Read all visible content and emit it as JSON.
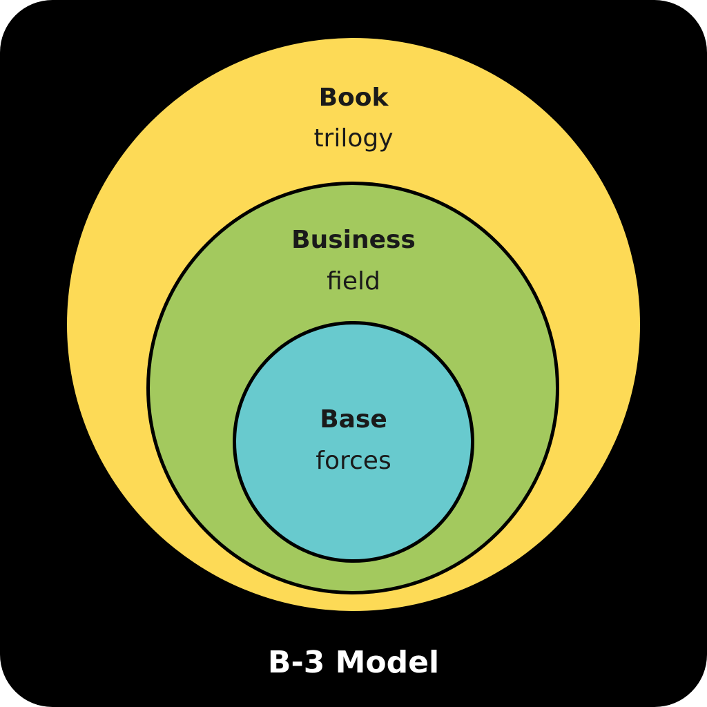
{
  "colors": {
    "background": "#000000",
    "outer_circle": "#FDDA56",
    "middle_circle": "#A3C95E",
    "inner_circle": "#68CACE",
    "text_dark": "#1a1a1a",
    "caption_text": "#ffffff"
  },
  "layers": [
    {
      "title": "Book",
      "subtitle": "trilogy"
    },
    {
      "title": "Business",
      "subtitle": "field"
    },
    {
      "title": "Base",
      "subtitle": "forces"
    }
  ],
  "caption": "B-3 Model"
}
